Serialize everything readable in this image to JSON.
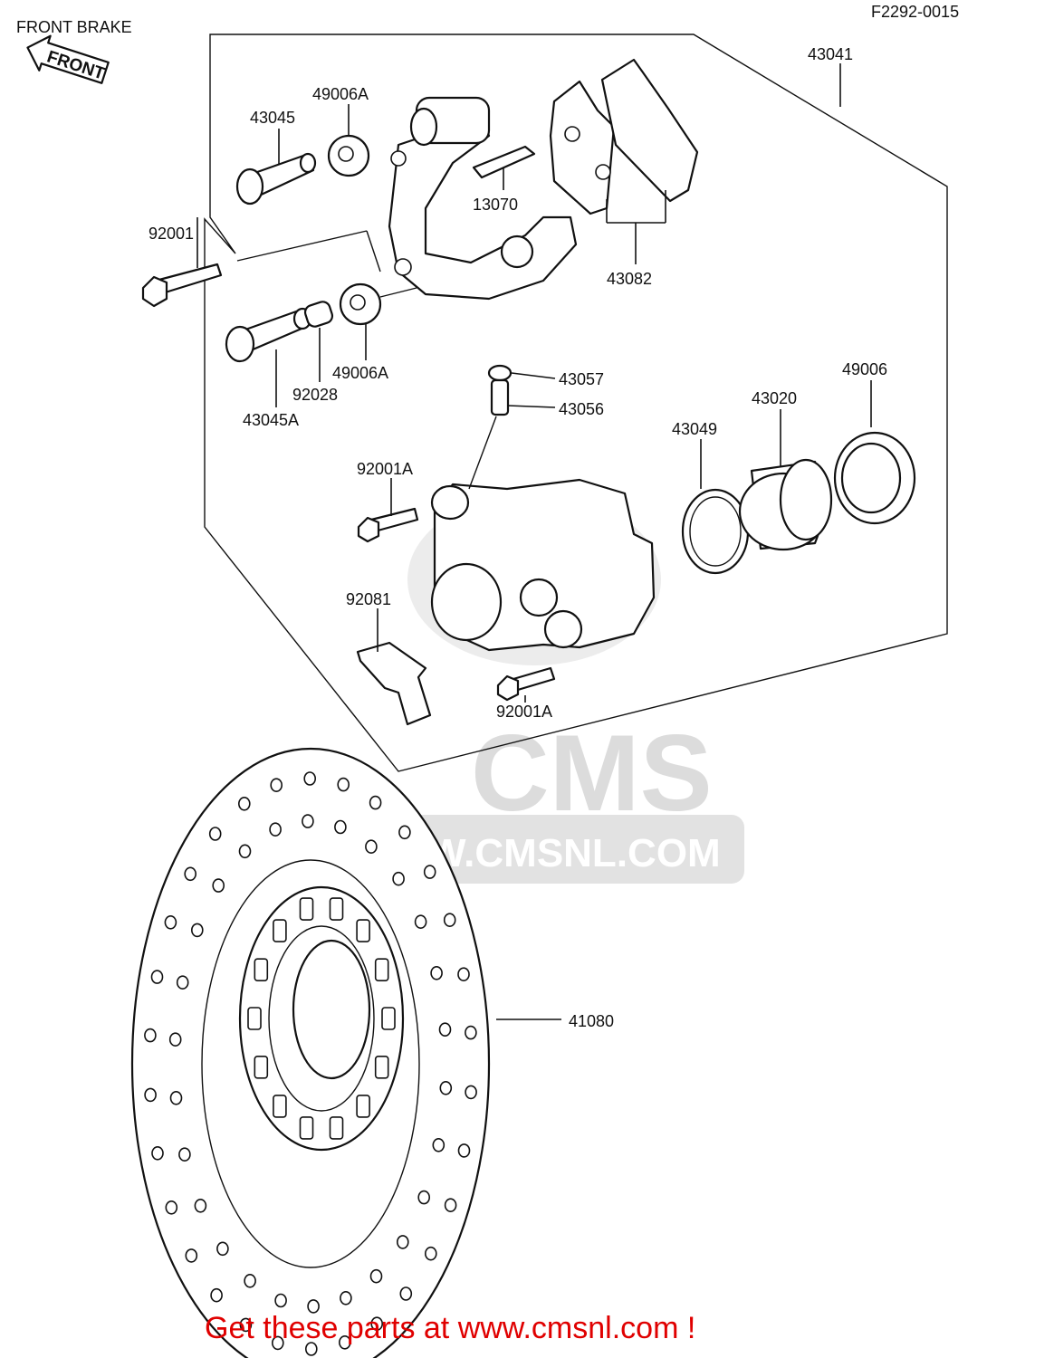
{
  "diagram": {
    "title": "FRONT BRAKE",
    "figure_code": "F2292-0015",
    "direction_arrow": "FRONT",
    "watermark": {
      "logo_text": "CMS",
      "url_text": "WWW.CMSNL.COM"
    },
    "part_labels": [
      {
        "id": "p43041",
        "text": "43041"
      },
      {
        "id": "p49006A_top",
        "text": "49006A"
      },
      {
        "id": "p43045",
        "text": "43045"
      },
      {
        "id": "p13070",
        "text": "13070"
      },
      {
        "id": "p92001",
        "text": "92001"
      },
      {
        "id": "p43082",
        "text": "43082"
      },
      {
        "id": "p49006A_bottom",
        "text": "49006A"
      },
      {
        "id": "p92028",
        "text": "92028"
      },
      {
        "id": "p43045A",
        "text": "43045A"
      },
      {
        "id": "p43057",
        "text": "43057"
      },
      {
        "id": "p43056",
        "text": "43056"
      },
      {
        "id": "p49006",
        "text": "49006"
      },
      {
        "id": "p43020",
        "text": "43020"
      },
      {
        "id": "p43049",
        "text": "43049"
      },
      {
        "id": "p92001A_top",
        "text": "92001A"
      },
      {
        "id": "p92081",
        "text": "92081"
      },
      {
        "id": "p92001A_bottom",
        "text": "92001A"
      },
      {
        "id": "p41080",
        "text": "41080"
      }
    ],
    "footer_banner": "Get these parts at www.cmsnl.com !"
  },
  "colors": {
    "line": "#111111",
    "banner": "#e00000",
    "watermark": "#dcdcdc",
    "background": "#ffffff"
  }
}
